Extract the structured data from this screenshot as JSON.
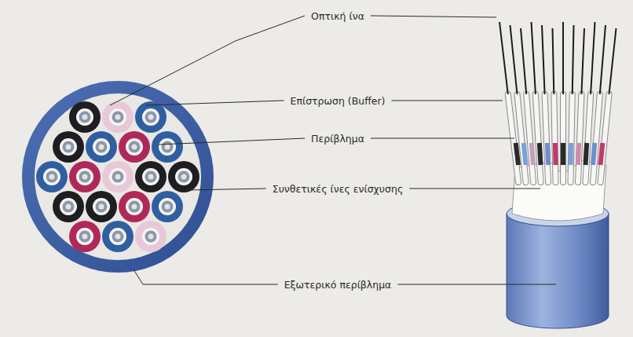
{
  "diagram": {
    "labels": [
      "Οπτική ίνα",
      "Επίστρωση (Buffer)",
      "Περίβλημα",
      "Συνθετικές ίνες ενίσχυσης",
      "Εξωτερικό περίβλημα"
    ]
  }
}
